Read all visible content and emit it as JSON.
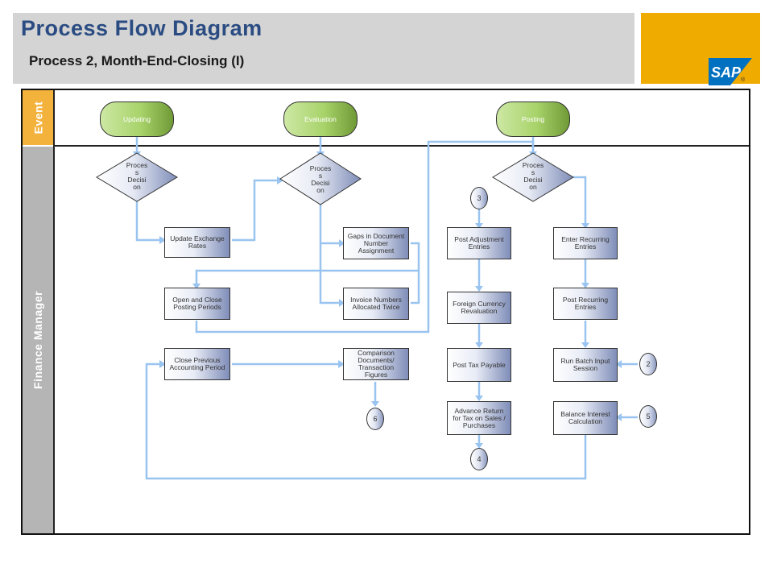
{
  "header": {
    "title": "Process Flow Diagram",
    "subtitle": "Process 2, Month-End-Closing (I)",
    "logo_text": "SAP",
    "registered_mark": "®"
  },
  "lanes": {
    "event": "Event",
    "finance_manager": "Finance Manager"
  },
  "events": {
    "updating": "Updating",
    "evaluation": "Evaluation",
    "posting": "Posting"
  },
  "decisions": {
    "d1": "Proces\ns\nDecisi\non",
    "d2": "Proces\ns\nDecisi\non",
    "d3": "Proces\ns\nDecisi\non"
  },
  "tasks": {
    "update_exchange_rates": "Update Exchange Rates",
    "open_close_posting_periods": "Open and Close Posting Periods",
    "close_previous_accounting_period": "Close Previous Accounting Period",
    "gaps_in_document_number_assignment": "Gaps in Document Number Assignment",
    "invoice_numbers_allocated_twice": "Invoice Numbers Allocated Twice",
    "comparison_documents_transaction_figures": "Comparison Documents/ Transaction Figures",
    "post_adjustment_entries": "Post Adjustment Entries",
    "foreign_currency_revaluation": "Foreign Currency Revaluation",
    "post_tax_payable": "Post Tax Payable",
    "advance_return_tax": "Advance Return for Tax on Sales / Purchases",
    "enter_recurring_entries": "Enter Recurring Entries",
    "post_recurring_entries": "Post Recurring Entries",
    "run_batch_input_session": "Run Batch Input Session",
    "balance_interest_calculation": "Balance Interest Calculation"
  },
  "connectors": {
    "c3": "3",
    "c4": "4",
    "c6": "6",
    "c2": "2",
    "c5": "5"
  },
  "colors": {
    "title": "#2a4c82",
    "header_bg": "#d4d4d4",
    "brand": "#f0ab00",
    "sap_blue": "#0070c0",
    "lane_event": "#f3b23c",
    "lane_finance": "#b5b5b5",
    "flow_line": "#99c4f0",
    "event_green": "#a8d36a"
  }
}
